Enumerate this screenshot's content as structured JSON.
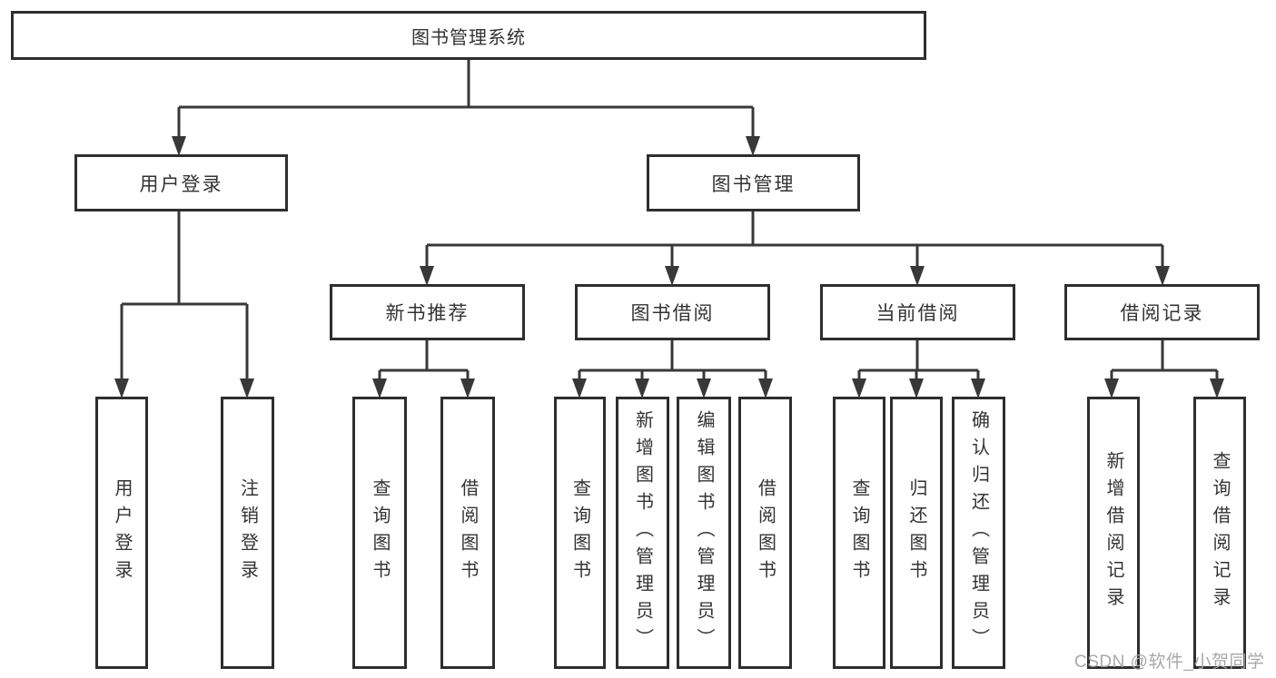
{
  "tree": {
    "label": "图书管理系统",
    "children": [
      {
        "label": "用户登录",
        "children": [
          {
            "label": "用户登录"
          },
          {
            "label": "注销登录"
          }
        ]
      },
      {
        "label": "图书管理",
        "children": [
          {
            "label": "新书推荐",
            "children": [
              {
                "label": "查询图书"
              },
              {
                "label": "借阅图书"
              }
            ]
          },
          {
            "label": "图书借阅",
            "children": [
              {
                "label": "查询图书"
              },
              {
                "label": "新增图书（管理员）"
              },
              {
                "label": "编辑图书（管理员）"
              },
              {
                "label": "借阅图书"
              }
            ]
          },
          {
            "label": "当前借阅",
            "children": [
              {
                "label": "查询图书"
              },
              {
                "label": "归还图书"
              },
              {
                "label": "确认归还（管理员）"
              }
            ]
          },
          {
            "label": "借阅记录",
            "children": [
              {
                "label": "新增借阅记录"
              },
              {
                "label": "查询借阅记录"
              }
            ]
          }
        ]
      }
    ]
  },
  "watermark": "CSDN @软件_小贺同学",
  "colors": {
    "box_border": "#2e2e2e",
    "connector": "#383838",
    "text": "#333333",
    "watermark_text": "#a3a3a3",
    "background": "#ffffff"
  }
}
